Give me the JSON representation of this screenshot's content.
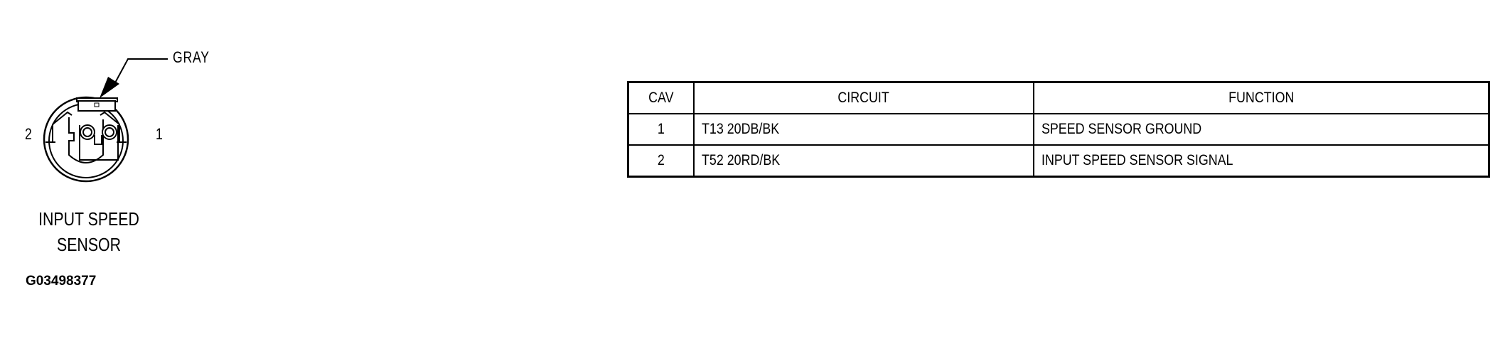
{
  "connector": {
    "color_label": "GRAY",
    "pins": [
      {
        "id": "2",
        "side": "left"
      },
      {
        "id": "1",
        "side": "right"
      }
    ],
    "name_line1": "INPUT SPEED",
    "name_line2": "SENSOR",
    "figure_id": "G03498377"
  },
  "table": {
    "headers": {
      "cav": "CAV",
      "circuit": "CIRCUIT",
      "function": "FUNCTION"
    },
    "rows": [
      {
        "cav": "1",
        "circuit": "T13 20DB/BK",
        "function": "SPEED SENSOR GROUND"
      },
      {
        "cav": "2",
        "circuit": "T52 20RD/BK",
        "function": "INPUT SPEED SENSOR SIGNAL"
      }
    ]
  }
}
